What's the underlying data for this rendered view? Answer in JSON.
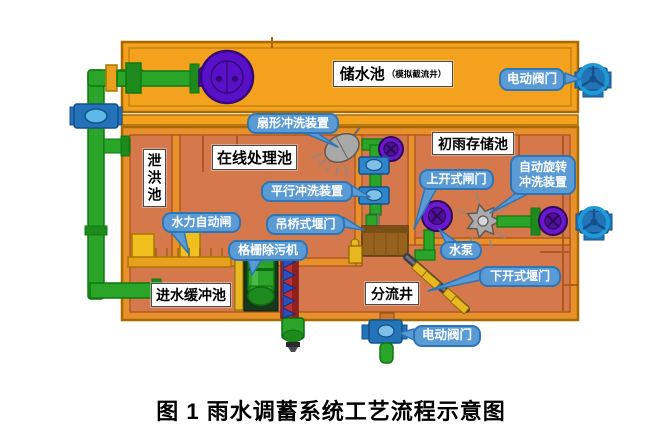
{
  "figure_caption": "图 1 雨水调蓄系统工艺流程示意图",
  "pools": {
    "storage": {
      "label": "储水池",
      "note": "（模拟截流井）"
    },
    "flood_discharge": {
      "label": "泄洪池"
    },
    "online_treatment": {
      "label": "在线处理池"
    },
    "initial_rain_storage": {
      "label": "初雨存储池"
    },
    "inlet_buffer": {
      "label": "进水缓冲池"
    },
    "diversion_well": {
      "label": "分流井"
    }
  },
  "callouts": {
    "electric_valve_top": "电动阀门",
    "fan_flushing_device": "扇形冲洗装置",
    "parallel_flushing_device": "平行冲洗装置",
    "drawbridge_weir_gate": "吊桥式堰门",
    "hydraulic_auto_gate": "水力自动闸",
    "bar_screen_machine": "格栅除污机",
    "top_opening_gate": "上开式闸门",
    "auto_rotating_flusher": "自动旋转冲洗装置",
    "water_pump": "水泵",
    "bottom_opening_weir_gate": "下开式堰门",
    "electric_valve_bottom": "电动阀门"
  },
  "colors": {
    "tank_orange": "#F4A11E",
    "tank_border": "#A86A00",
    "interior_salmon": "#D5794C",
    "wall_orange": "#E8902A",
    "pipe_green": "#2AA52A",
    "pump_purple": "#5A10C8",
    "valve_blue": "#2273B8",
    "device_gray": "#A8A8A8",
    "accent_yellow": "#E8B820",
    "screw_red": "#C03030",
    "callout_fill": "#5B9BD5",
    "callout_border": "#2E75B6"
  }
}
